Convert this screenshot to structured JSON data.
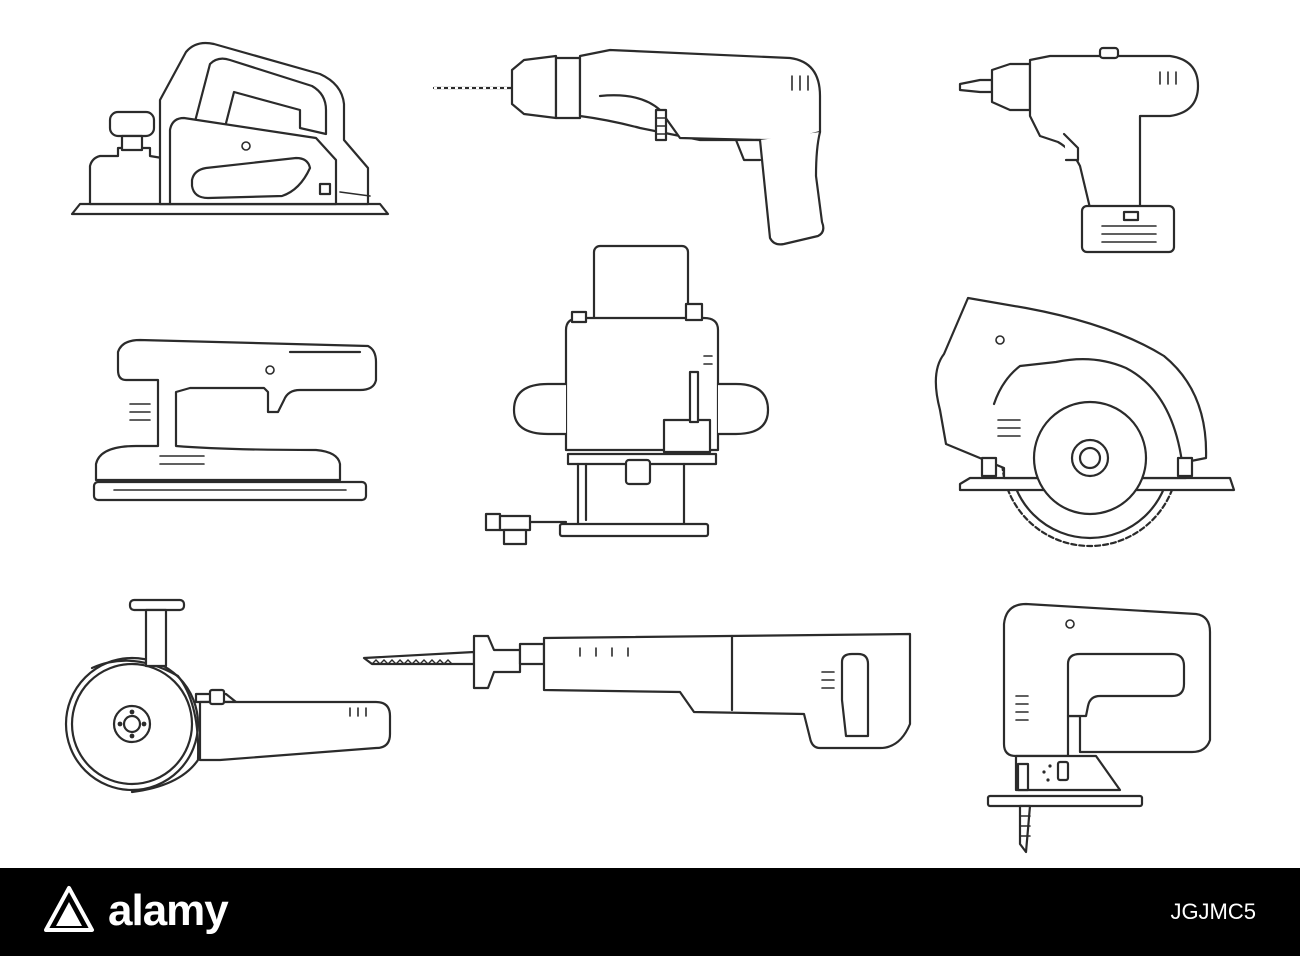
{
  "illustration": {
    "style": "line-art",
    "stroke_color": "#2b2b2b",
    "background": "#ffffff",
    "tools": [
      {
        "icon": "electric-planer-icon"
      },
      {
        "icon": "hammer-drill-icon"
      },
      {
        "icon": "cordless-drill-icon"
      },
      {
        "icon": "orbital-sander-icon"
      },
      {
        "icon": "plunge-router-icon"
      },
      {
        "icon": "circular-saw-icon"
      },
      {
        "icon": "angle-grinder-icon"
      },
      {
        "icon": "reciprocating-saw-icon"
      },
      {
        "icon": "jigsaw-icon"
      }
    ]
  },
  "footer": {
    "background": "#000000",
    "logo_text": "alamy",
    "image_id": "JGJMC5"
  }
}
